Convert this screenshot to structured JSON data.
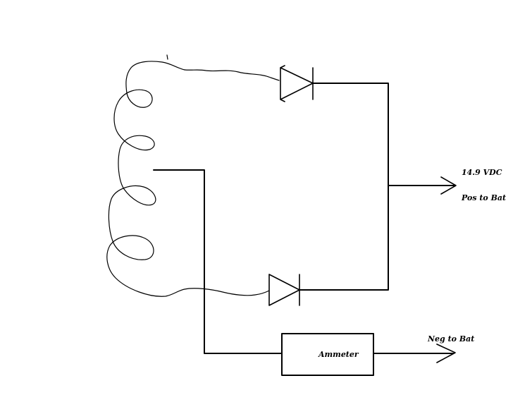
{
  "diagram": {
    "labels": {
      "voltage": "14.9 VDC",
      "positive": "Pos to Bat",
      "negative": "Neg to Bat",
      "ammeter": "Ammeter"
    },
    "colors": {
      "background": "#ffffff",
      "ink": "#000000"
    }
  }
}
